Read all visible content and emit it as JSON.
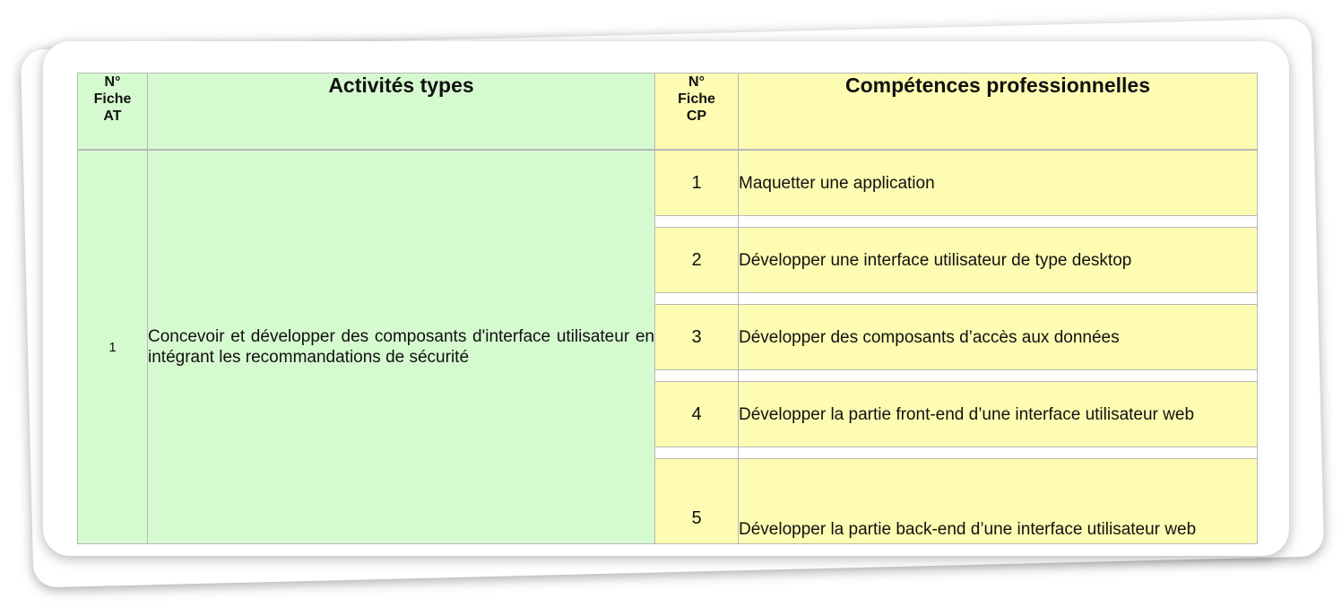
{
  "table": {
    "headers": {
      "num_at": "N° Fiche AT",
      "num_at_lines": [
        "N°",
        "Fiche",
        "AT"
      ],
      "activites": "Activités types",
      "num_cp_lines": [
        "N°",
        "Fiche",
        "CP"
      ],
      "competences": "Compétences professionnelles"
    },
    "activity": {
      "number": "1",
      "label": "Concevoir et développer des composants d'interface utilisateur en intégrant les recommandations de sécurité"
    },
    "competences": [
      {
        "number": "1",
        "label": "Maquetter une application"
      },
      {
        "number": "2",
        "label": "Développer une interface utilisateur de type desktop"
      },
      {
        "number": "3",
        "label": "Développer des composants d’accès aux données"
      },
      {
        "number": "4",
        "label": "Développer la partie front-end d’une interface utilisateur web"
      },
      {
        "number": "5",
        "label": "Développer la partie back-end d’une interface utilisateur web"
      }
    ]
  },
  "colors": {
    "activity_bg": "#d6fad0",
    "competence_bg": "#fefcb2",
    "border": "#b8b8b8"
  }
}
